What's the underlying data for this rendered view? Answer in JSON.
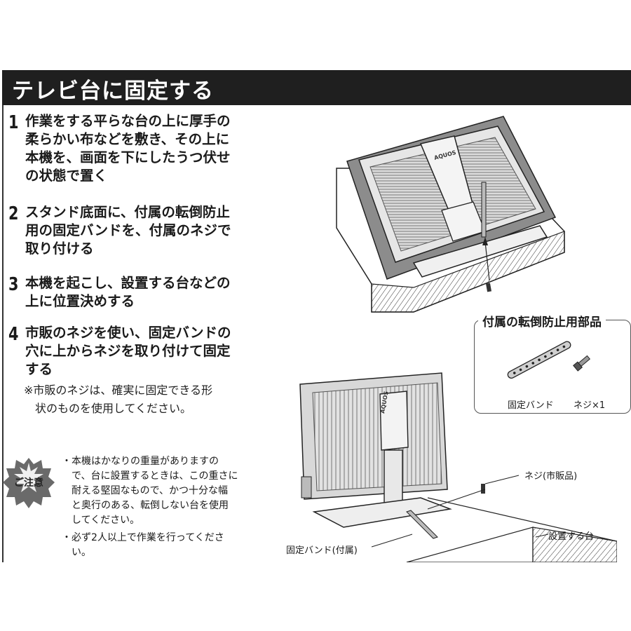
{
  "title": "テレビ台に固定する",
  "steps": [
    {
      "num": "1",
      "text": "作業をする平らな台の上に厚手の\n柔らかい布などを敷き、その上に\n本機を、画面を下にしたうつ伏せ\nの状態で置く"
    },
    {
      "num": "2",
      "text": "スタンド底面に、付属の転倒防止\n用の固定バンドを、付属のネジで\n取り付ける"
    },
    {
      "num": "3",
      "text": "本機を起こし、設置する台などの\n上に位置決めする"
    },
    {
      "num": "4",
      "text": "市販のネジを使い、固定バンドの\n穴に上からネジを取り付けて固定\nする"
    }
  ],
  "note": "※市販のネジは、確実に固定できる形\n　状のものを使用してください。",
  "caution": {
    "badge": "ご注意",
    "items": [
      "本機はかなりの重量がありますの\nで、台に設置するときは、この重さに\n耐える堅固なもので、かつ十分な幅\nと奥行のある、転倒しない台を使用\nしてください。",
      "必ず2人以上で作業を行ってくださ\nい。"
    ]
  },
  "parts": {
    "title": "付属の転倒防止用部品",
    "band_label": "固定バンド",
    "screw_label": "ネジ×1"
  },
  "figure2": {
    "screw_label": "ネジ(市販品)",
    "stand_label": "設置する台",
    "band_label": "固定バンド(付属)",
    "brand": "AQUOS"
  },
  "figure1": {
    "brand": "AQUOS"
  }
}
